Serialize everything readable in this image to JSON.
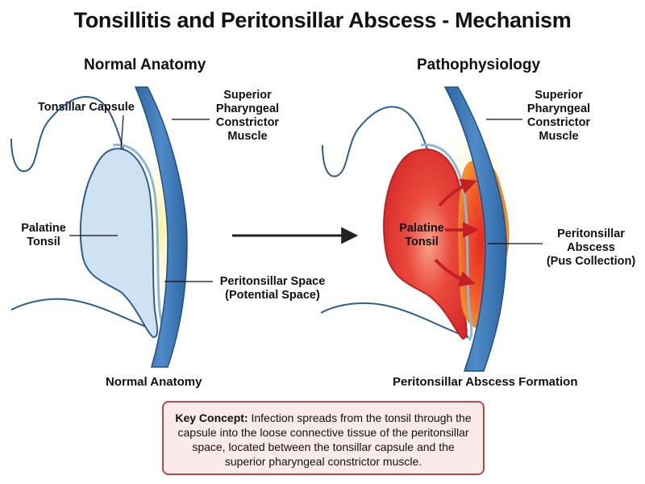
{
  "title": "Tonsillitis and Peritonsillar Abscess - Mechanism",
  "left_panel": {
    "heading": "Normal Anatomy",
    "labels": {
      "tonsillar_capsule": "Tonsillar Capsule",
      "muscle_1": "Superior",
      "muscle_2": "Pharyngeal",
      "muscle_3": "Constrictor",
      "muscle_4": "Muscle",
      "tonsil_1": "Palatine",
      "tonsil_2": "Tonsil",
      "space_1": "Peritonsillar Space",
      "space_2": "(Potential Space)"
    },
    "caption": "Normal Anatomy"
  },
  "right_panel": {
    "heading": "Pathophysiology",
    "labels": {
      "muscle_1": "Superior",
      "muscle_2": "Pharyngeal",
      "muscle_3": "Constrictor",
      "muscle_4": "Muscle",
      "tonsil_1": "Palatine",
      "tonsil_2": "Tonsil",
      "abscess_1": "Peritonsillar",
      "abscess_2": "Abscess",
      "abscess_3": "(Pus Collection)"
    },
    "caption": "Peritonsillar Abscess Formation"
  },
  "key_concept": {
    "label": "Key Concept:",
    "text": "Infection spreads from the tonsil through the capsule into the loose connective tissue of the peritonsillar space, located between the tonsillar capsule and the superior pharyngeal constrictor muscle."
  },
  "colors": {
    "muscle": "#3f79b5",
    "outline": "#2e5f8f",
    "tonsil_normal": "#cfe2f2",
    "space_glow": "#fff6b0",
    "infection_red": "#e8322e",
    "pus_orange": "#f7a531",
    "concept_border": "#b9474c",
    "concept_bg": "#fbeaea"
  }
}
